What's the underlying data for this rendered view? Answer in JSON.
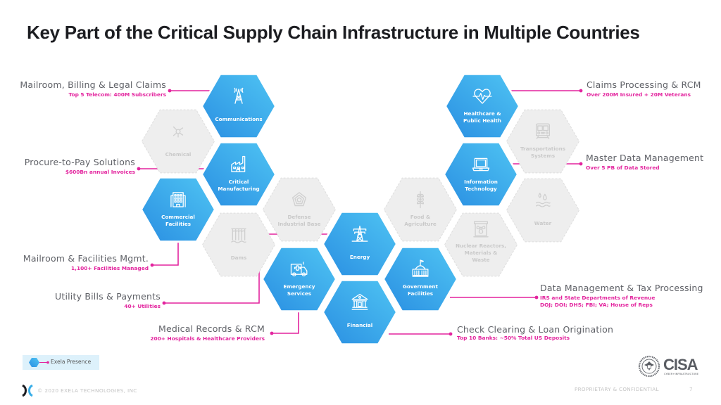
{
  "title": "Key Part of the Critical Supply Chain Infrastructure in Multiple Countries",
  "colors": {
    "active_hex_start": "#2a8fe2",
    "active_hex_end": "#4fc4f3",
    "inactive_hex": "#eeeeee",
    "inactive_text": "#c9c9c9",
    "accent": "#e3249e",
    "heading_text": "#5f6167"
  },
  "sectors": [
    {
      "id": "communications",
      "label": [
        "Communications"
      ],
      "active": true,
      "icon": "cell-tower-icon"
    },
    {
      "id": "chemical",
      "label": [
        "Chemical"
      ],
      "active": false,
      "icon": "molecule-icon"
    },
    {
      "id": "critical-manufacturing",
      "label": [
        "Critical",
        "Manufacturing"
      ],
      "active": true,
      "icon": "factory-icon"
    },
    {
      "id": "commercial-facilities",
      "label": [
        "Commercial",
        "Facilities"
      ],
      "active": true,
      "icon": "office-building-icon"
    },
    {
      "id": "defense-industrial-base",
      "label": [
        "Defense",
        "Industrial Base"
      ],
      "active": false,
      "icon": "pentagon-icon"
    },
    {
      "id": "dams",
      "label": [
        "Dams"
      ],
      "active": false,
      "icon": "dam-icon"
    },
    {
      "id": "energy",
      "label": [
        "Energy"
      ],
      "active": true,
      "icon": "power-tower-icon"
    },
    {
      "id": "emergency-services",
      "label": [
        "Emergency",
        "Services"
      ],
      "active": true,
      "icon": "ambulance-icon"
    },
    {
      "id": "financial",
      "label": [
        "Financial"
      ],
      "active": true,
      "icon": "bank-icon"
    },
    {
      "id": "government-facilities",
      "label": [
        "Government",
        "Facilities"
      ],
      "active": true,
      "icon": "capitol-icon"
    },
    {
      "id": "food-agriculture",
      "label": [
        "Food &",
        "Agriculture"
      ],
      "active": false,
      "icon": "wheat-icon"
    },
    {
      "id": "nuclear",
      "label": [
        "Nuclear Reactors,",
        "Materials &",
        "Waste"
      ],
      "active": false,
      "icon": "nuclear-icon"
    },
    {
      "id": "information-technology",
      "label": [
        "Information",
        "Technology"
      ],
      "active": true,
      "icon": "laptop-icon"
    },
    {
      "id": "water",
      "label": [
        "Water"
      ],
      "active": false,
      "icon": "water-drops-icon"
    },
    {
      "id": "healthcare",
      "label": [
        "Healthcare &",
        "Public Health"
      ],
      "active": true,
      "icon": "heart-pulse-icon"
    },
    {
      "id": "transportation",
      "label": [
        "Transportations",
        "Systems"
      ],
      "active": false,
      "icon": "train-icon"
    }
  ],
  "callouts": {
    "mailroom_billing": {
      "heading": "Mailroom, Billing & Legal Claims",
      "sub": "Top 5 Telecom: 400M Subscribers"
    },
    "procure_to_pay": {
      "heading": "Procure-to-Pay Solutions",
      "sub": "$600Bn annual Invoices"
    },
    "mailroom_facilities": {
      "heading": "Mailroom & Facilities Mgmt.",
      "sub": "1,100+ Facilities Managed"
    },
    "utility_bills": {
      "heading": "Utility Bills & Payments",
      "sub": "40+ Utilities"
    },
    "medical_records": {
      "heading": "Medical Records & RCM",
      "sub": "200+ Hospitals & Healthcare Providers"
    },
    "claims_processing": {
      "heading": "Claims Processing & RCM",
      "sub": "Over 200M Insured + 20M Veterans"
    },
    "master_data": {
      "heading": "Master Data Management",
      "sub": "Over 5 PB of Data Stored"
    },
    "data_tax": {
      "heading": "Data Management & Tax Processing",
      "sub1": "IRS and State Departments of Revenue",
      "sub2": "DOJ; DOI; DHS; FBI; VA; House of Reps"
    },
    "check_clearing": {
      "heading": "Check Clearing & Loan Origination",
      "sub": "Top 10 Banks: ~50% Total US Deposits"
    }
  },
  "legend": {
    "label": "Exela Presence"
  },
  "footer": {
    "copyright": "© 2020 EXELA TECHNOLOGIES, INC",
    "confidential": "PROPRIETARY & CONFIDENTIAL",
    "page": "7",
    "partner_logo": "CISA",
    "partner_sub": "CYBER+INFRASTRUCTURE"
  }
}
